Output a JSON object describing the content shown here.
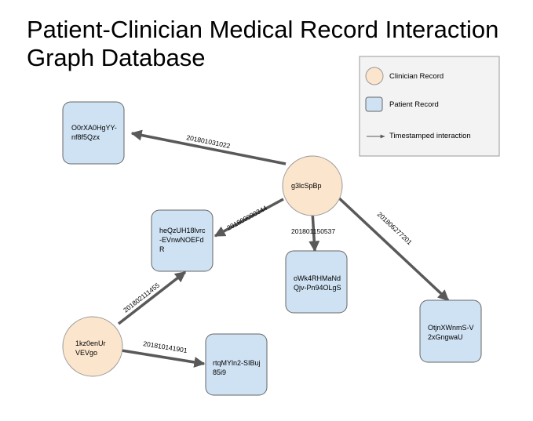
{
  "title": {
    "line1": "Patient-Clinician Medical Record Interaction",
    "line2": "Graph Database"
  },
  "legend": {
    "clinician": "Clinician Record",
    "patient": "Patient Record",
    "interaction": "Timestamped interaction"
  },
  "nodes": {
    "c1": {
      "type": "clinician",
      "lines": [
        "g3lcSpBp"
      ]
    },
    "c2": {
      "type": "clinician",
      "lines": [
        "1kz0enUr",
        "VEVgo"
      ]
    },
    "p1": {
      "type": "patient",
      "lines": [
        "O0rXA0HgYY-",
        "nf8f5Qzx"
      ]
    },
    "p2": {
      "type": "patient",
      "lines": [
        "heQzUH18lvrc",
        "-EVnwNOEFd",
        "R"
      ]
    },
    "p3": {
      "type": "patient",
      "lines": [
        "oWk4RHMaNd",
        "Qjv-Pn94OLgS"
      ]
    },
    "p4": {
      "type": "patient",
      "lines": [
        "OtjnXWnmS-V",
        "2xGngwaU"
      ]
    },
    "p5": {
      "type": "patient",
      "lines": [
        "rtqMYln2-SIBuj",
        "85i9"
      ]
    }
  },
  "edges": [
    {
      "from": "c1",
      "to": "p1",
      "label": "201801031022"
    },
    {
      "from": "c1",
      "to": "p2",
      "label": "201809090344"
    },
    {
      "from": "c1",
      "to": "p3",
      "label": "201801150537"
    },
    {
      "from": "c1",
      "to": "p4",
      "label": "201806277201"
    },
    {
      "from": "c2",
      "to": "p2",
      "label": "201802111455"
    },
    {
      "from": "c2",
      "to": "p5",
      "label": "201810141901"
    }
  ],
  "colors": {
    "clinician_fill": "#fce5cd",
    "clinician_stroke": "#999999",
    "patient_fill": "#cfe2f3",
    "patient_stroke": "#666666",
    "edge": "#595959",
    "legend_bg": "#f3f3f3",
    "legend_border": "#999999"
  }
}
